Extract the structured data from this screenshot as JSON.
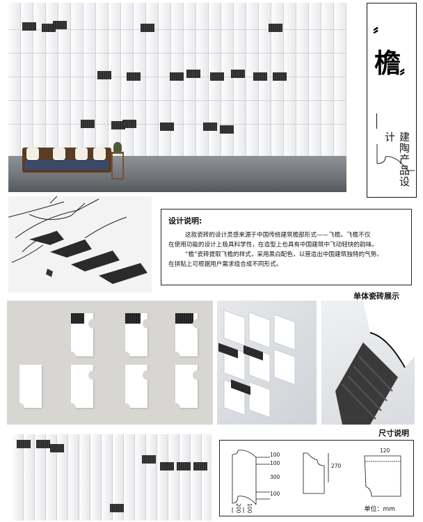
{
  "title_card": {
    "character": "檐",
    "subtitle": "建陶产品设计"
  },
  "description": {
    "heading": "设计说明:",
    "lines": [
      "这款瓷砖的设计灵感来源于中国传统建筑檐部形式——飞檐。飞檐不仅",
      "在使用功能的设计上极具科学性，在造型上也具有中国建筑中飞动轻快的韵味。",
      "“檐”瓷砖提取飞檐的样式，采用黑白配色，以营造出中国建筑独特的气势。",
      "在拼贴上可根据用户需求组合成不同形式。"
    ]
  },
  "sections": {
    "single_tile": "单体瓷砖展示",
    "dimensions": "尺寸说明"
  },
  "dimensions": {
    "labels": [
      "100",
      "100",
      "300",
      "100",
      "200",
      "100",
      "270",
      "120"
    ],
    "unit": "单位：mm"
  },
  "colors": {
    "tile_white": "#ffffff",
    "eave_dark": "#2b2b2b",
    "panel_gray": "#d7d6d3"
  }
}
